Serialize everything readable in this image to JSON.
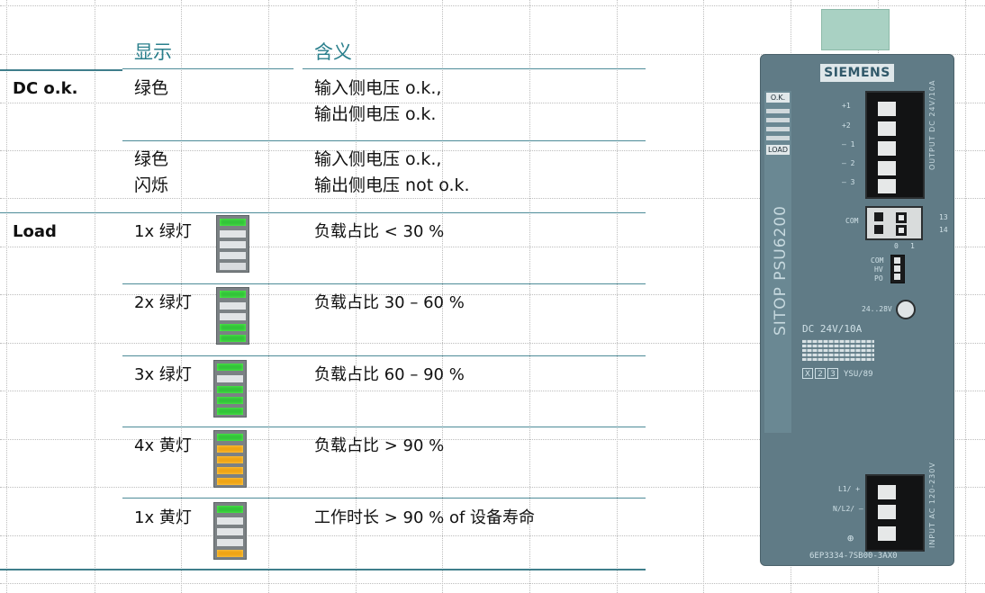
{
  "table": {
    "header_display": "显示",
    "header_meaning": "含义",
    "rows": [
      {
        "category": "DC o.k.",
        "display": "绿色",
        "display_line2": "",
        "meaning": "输入侧电压 o.k.,",
        "meaning_line2": "输出侧电压 o.k."
      },
      {
        "category": "",
        "display": "绿色",
        "display_line2": "闪烁",
        "meaning": "输入侧电压 o.k.,",
        "meaning_line2": "输出侧电压 not o.k."
      },
      {
        "category": "Load",
        "display": "1x 绿灯",
        "meaning": "负载占比 < 30 %",
        "led": {
          "active": 1,
          "color": "green"
        }
      },
      {
        "category": "",
        "display": "2x 绿灯",
        "meaning": "负载占比 30 – 60 %",
        "led": {
          "active": 2,
          "color": "green"
        }
      },
      {
        "category": "",
        "display": "3x 绿灯",
        "meaning": "负载占比 60 – 90 %",
        "led": {
          "active": 3,
          "color": "green"
        }
      },
      {
        "category": "",
        "display": "4x 黄灯",
        "meaning": "负载占比 > 90 %",
        "led": {
          "active": 4,
          "color": "yellow"
        }
      },
      {
        "category": "",
        "display": "1x 黄灯",
        "meaning": "工作时长 > 90 % of 设备寿命",
        "led": {
          "active": 1,
          "color": "yellow"
        }
      }
    ]
  },
  "device": {
    "brand": "SIEMENS",
    "model": "SITOP PSU6200",
    "rating": "DC 24V/10A",
    "led_tag_top": "O.K.",
    "led_tag_bottom": "LOAD",
    "output_label": "OUTPUT DC 24V/10A",
    "output_terminals": [
      "+1",
      "+2",
      "– 1",
      "– 2",
      "– 3"
    ],
    "com_label": "COM",
    "relay_labels": [
      "13",
      "14"
    ],
    "switch_states": [
      "0",
      "1"
    ],
    "switch_labels": [
      "COM",
      "HV",
      "PO"
    ],
    "voltage_range": "24..28V",
    "cert_boxes": [
      "X",
      "2",
      "3"
    ],
    "cert_text": "YSU/89",
    "input_label": "INPUT AC 120-230V",
    "input_terminals": [
      "L1/ +",
      "N/L2/ –",
      "⊕"
    ],
    "part_number": "6EP3334-7SB00-3AX0"
  },
  "colors": {
    "accent": "#2a7f8c",
    "separator": "#4d8b98",
    "device_body": "#607b86",
    "led_green": "#33c43a",
    "led_yellow": "#f0a415"
  }
}
